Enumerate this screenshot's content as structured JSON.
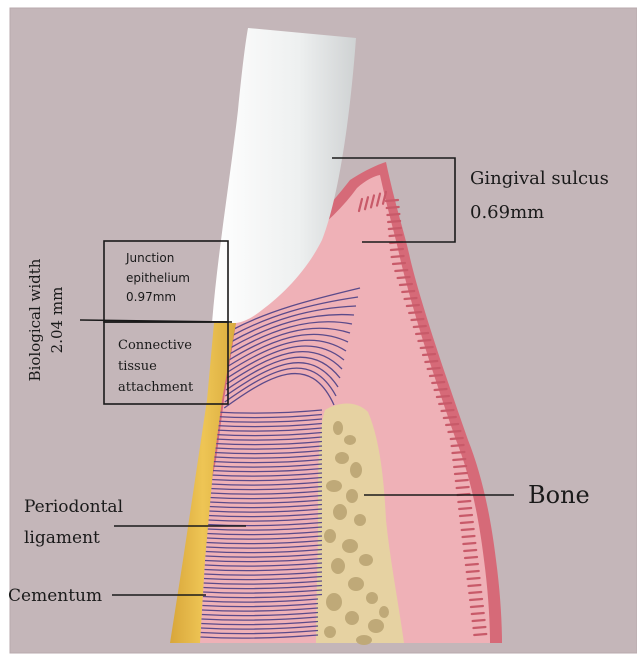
{
  "labels": {
    "gingival_sulcus": "Gingival sulcus",
    "gingival_sulcus_value": "0.69mm",
    "junction_line1": "Junction",
    "junction_line2": "epithelium",
    "junction_value": "0.97mm",
    "connective_line1": "Connective",
    "connective_line2": "tissue",
    "connective_line3": "attachment",
    "biological_width_line1": "Biological width",
    "biological_width_line2": "2.04 mm",
    "periodontal_line1": "Periodontal",
    "periodontal_line2": "ligament",
    "cementum": "Cementum",
    "bone": "Bone"
  },
  "colors": {
    "background": "#c4b6b9",
    "tooth": "#eceeee",
    "gingiva": "#efb1b7",
    "gingiva_rim": "#d66a78",
    "cementum": "#e5b945",
    "bone": "#e6d2a2",
    "bone_pores": "#bfa978",
    "fibers": "#5b4a8a",
    "lines": "#1a1a1a"
  }
}
